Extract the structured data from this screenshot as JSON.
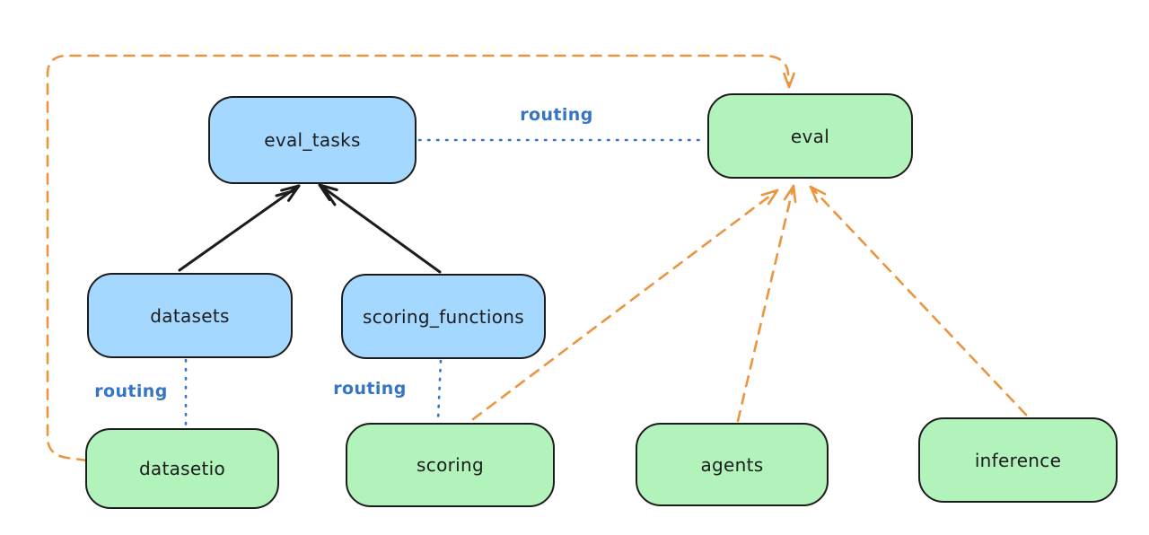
{
  "diagram": {
    "type": "graph",
    "nodes": [
      {
        "id": "eval_tasks",
        "label": "eval_tasks",
        "fill": "#a5d8ff",
        "group": "registry"
      },
      {
        "id": "eval",
        "label": "eval",
        "fill": "#b2f2bb",
        "group": "api"
      },
      {
        "id": "datasets",
        "label": "datasets",
        "fill": "#a5d8ff",
        "group": "registry"
      },
      {
        "id": "scoring_functions",
        "label": "scoring_functions",
        "fill": "#a5d8ff",
        "group": "registry"
      },
      {
        "id": "datasetio",
        "label": "datasetio",
        "fill": "#b2f2bb",
        "group": "api"
      },
      {
        "id": "scoring",
        "label": "scoring",
        "fill": "#b2f2bb",
        "group": "api"
      },
      {
        "id": "agents",
        "label": "agents",
        "fill": "#b2f2bb",
        "group": "api"
      },
      {
        "id": "inference",
        "label": "inference",
        "fill": "#b2f2bb",
        "group": "api"
      }
    ],
    "edges": [
      {
        "from": "datasets",
        "to": "eval_tasks",
        "style": "solid",
        "color": "#1c1c1c",
        "arrow": true,
        "label": ""
      },
      {
        "from": "scoring_functions",
        "to": "eval_tasks",
        "style": "solid",
        "color": "#1c1c1c",
        "arrow": true,
        "label": ""
      },
      {
        "from": "eval_tasks",
        "to": "eval",
        "style": "dotted",
        "color": "#3575c4",
        "arrow": false,
        "label": "routing"
      },
      {
        "from": "datasets",
        "to": "datasetio",
        "style": "dotted",
        "color": "#3575c4",
        "arrow": false,
        "label": "routing"
      },
      {
        "from": "scoring_functions",
        "to": "scoring",
        "style": "dotted",
        "color": "#3575c4",
        "arrow": false,
        "label": "routing"
      },
      {
        "from": "datasetio",
        "to": "eval",
        "style": "dashed",
        "color": "#ec9540",
        "arrow": true,
        "label": ""
      },
      {
        "from": "scoring",
        "to": "eval",
        "style": "dashed",
        "color": "#ec9540",
        "arrow": true,
        "label": ""
      },
      {
        "from": "agents",
        "to": "eval",
        "style": "dashed",
        "color": "#ec9540",
        "arrow": true,
        "label": ""
      },
      {
        "from": "inference",
        "to": "eval",
        "style": "dashed",
        "color": "#ec9540",
        "arrow": true,
        "label": ""
      }
    ]
  },
  "colors": {
    "background": "#ffffff",
    "node_stroke": "#1c1c1c",
    "registry_fill": "#a5d8ff",
    "api_fill": "#b2f2bb",
    "routing_blue": "#3575c4",
    "orange": "#ec9540"
  }
}
